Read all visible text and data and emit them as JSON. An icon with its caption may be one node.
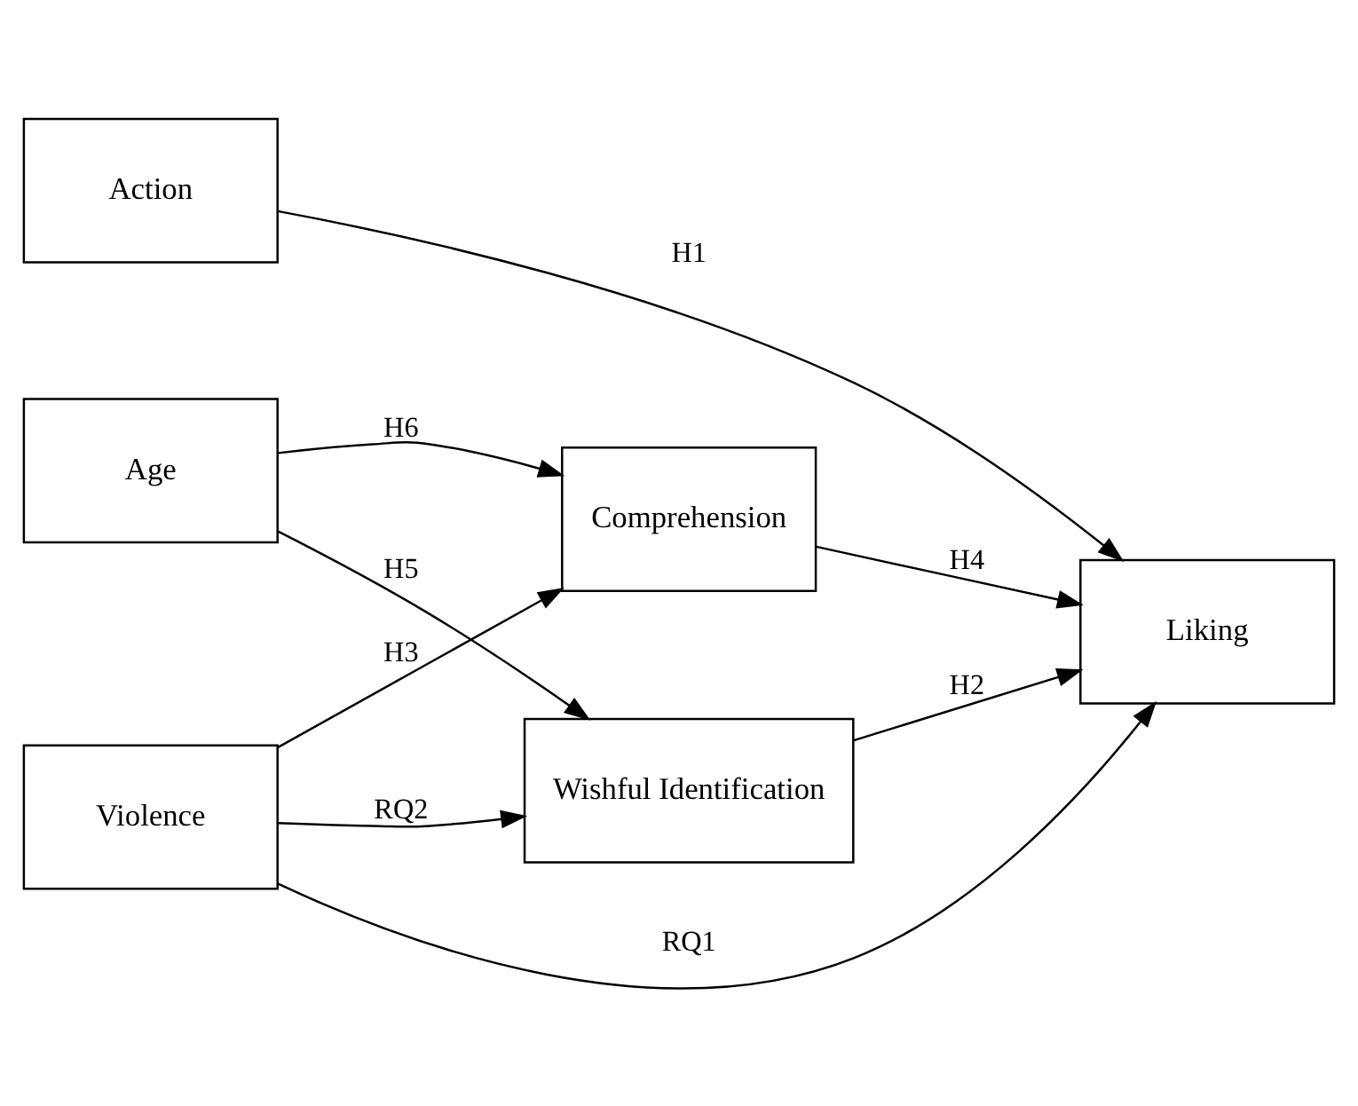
{
  "diagram": {
    "nodes": [
      {
        "text": [
          "Violence"
        ]
      },
      {
        "text": [
          "Age"
        ]
      },
      {
        "text": [
          "Action"
        ]
      },
      {
        "text": [
          "Wishful Identification"
        ]
      },
      {
        "text": [
          "Comprehension"
        ]
      },
      {
        "text": [
          "Liking"
        ]
      }
    ],
    "edges": [
      {
        "from": 0,
        "to": 5,
        "arrow": "to",
        "label": "RQ1"
      },
      {
        "from": 0,
        "to": 3,
        "arrow": "to",
        "label": "RQ2"
      },
      {
        "from": 0,
        "to": 4,
        "arrow": "to",
        "label": "H3"
      },
      {
        "from": 1,
        "to": 3,
        "arrow": "to",
        "label": "H5"
      },
      {
        "from": 1,
        "to": 4,
        "arrow": "to",
        "label": "H6"
      },
      {
        "from": 3,
        "to": 5,
        "arrow": "to",
        "label": "H2"
      },
      {
        "from": 4,
        "to": 5,
        "arrow": "to",
        "label": "H4"
      },
      {
        "from": 2,
        "to": 5,
        "arrow": "to",
        "label": "H1"
      }
    ]
  }
}
